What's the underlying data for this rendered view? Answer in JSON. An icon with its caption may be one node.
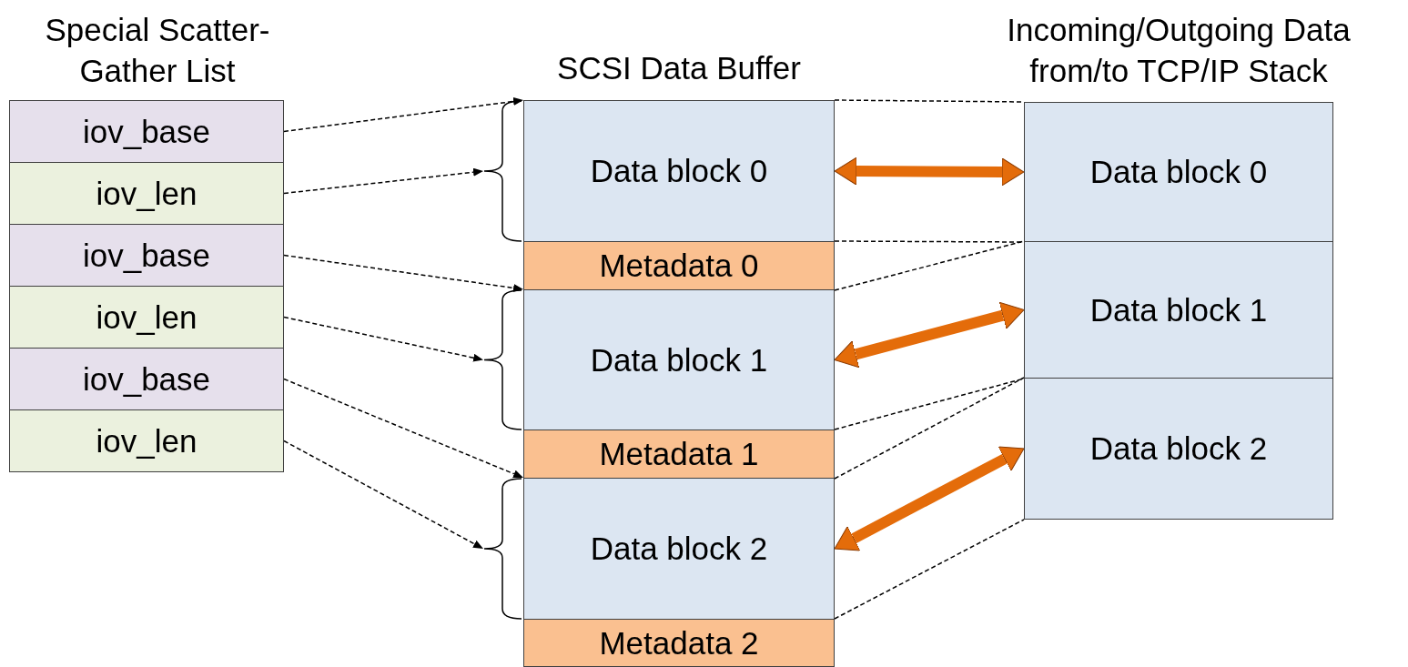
{
  "diagram": {
    "nodes": [
      {
        "text": [
          "Special Scatter-Gather List"
        ]
      },
      {
        "text": [
          "iov_base"
        ],
        "in": 0
      },
      {
        "text": [
          "iov_len"
        ],
        "in": 0
      },
      {
        "text": [
          "iov_base"
        ],
        "in": 0
      },
      {
        "text": [
          "iov_len"
        ],
        "in": 0
      },
      {
        "text": [
          "iov_base"
        ],
        "in": 0
      },
      {
        "text": [
          "iov_len"
        ],
        "in": 0
      },
      {
        "text": [
          "SCSI Data Buffer"
        ]
      },
      {
        "text": [
          "Data block 0"
        ],
        "in": 7
      },
      {
        "text": [
          "Metadata 0"
        ],
        "in": 7
      },
      {
        "text": [
          "Data block 1"
        ],
        "in": 7
      },
      {
        "text": [
          "Metadata 1"
        ],
        "in": 7
      },
      {
        "text": [
          "Data block 2"
        ],
        "in": 7
      },
      {
        "text": [
          "Metadata 2"
        ],
        "in": 7
      },
      {
        "text": [
          "Incoming/Outgoing Data from/to TCP/IP Stack"
        ]
      },
      {
        "text": [
          "Data block 0"
        ],
        "in": 14
      },
      {
        "text": [
          "Data block 1"
        ],
        "in": 14
      },
      {
        "text": [
          "Data block 2"
        ],
        "in": 14
      },
      {
        "text": [],
        "shape": "brace"
      },
      {
        "text": [],
        "shape": "brace"
      },
      {
        "text": [],
        "shape": "brace"
      }
    ],
    "edges": [
      {
        "from": 1,
        "to": 8,
        "arrow": "to",
        "style": "dashed"
      },
      {
        "from": 2,
        "to": 18,
        "arrow": "to",
        "style": "dashed"
      },
      {
        "from": 3,
        "to": 10,
        "arrow": "to",
        "style": "dashed"
      },
      {
        "from": 4,
        "to": 19,
        "arrow": "to",
        "style": "dashed"
      },
      {
        "from": 5,
        "to": 12,
        "arrow": "to",
        "style": "dashed"
      },
      {
        "from": 6,
        "to": 20,
        "arrow": "to",
        "style": "dashed"
      },
      {
        "from": 8,
        "to": 15,
        "arrow": "both",
        "style": "thick",
        "color": "#e46c0a"
      },
      {
        "from": 10,
        "to": 16,
        "arrow": "both",
        "style": "thick",
        "color": "#e46c0a"
      },
      {
        "from": 12,
        "to": 17,
        "arrow": "both",
        "style": "thick",
        "color": "#e46c0a"
      },
      {
        "from": 8,
        "to": 15,
        "arrow": "none",
        "style": "dashed"
      },
      {
        "from": 9,
        "to": 15,
        "arrow": "none",
        "style": "dashed"
      },
      {
        "from": 9,
        "to": 16,
        "arrow": "none",
        "style": "dashed"
      },
      {
        "from": 11,
        "to": 16,
        "arrow": "none",
        "style": "dashed"
      },
      {
        "from": 11,
        "to": 17,
        "arrow": "none",
        "style": "dashed"
      },
      {
        "from": 13,
        "to": 17,
        "arrow": "none",
        "style": "dashed"
      }
    ]
  }
}
